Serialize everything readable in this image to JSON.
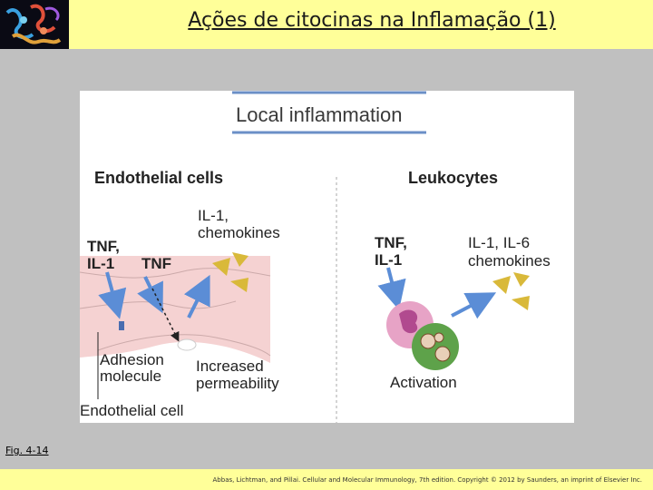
{
  "header": {
    "title": "Ações de citocinas na Inflamação (1)"
  },
  "figure": {
    "banner": "Local  inflammation",
    "left_heading": "Endothelial cells",
    "right_heading": "Leukocytes",
    "left": {
      "il1_chemokines_line1": "IL-1,",
      "il1_chemokines_line2": "chemokines",
      "tnf_il1_line1": "TNF,",
      "tnf_il1_line2": "IL-1",
      "tnf": "TNF",
      "adhesion_line1": "Adhesion",
      "adhesion_line2": "molecule",
      "increased_line1": "Increased",
      "increased_line2": "permeability",
      "endothelial_cell": "Endothelial cell"
    },
    "right": {
      "tnf_il1_line1": "TNF,",
      "tnf_il1_line2": "IL-1",
      "il_line1": "IL-1, IL-6",
      "il_line2": "chemokines",
      "activation": "Activation"
    }
  },
  "fig_label": "Fig. 4-14",
  "footer": {
    "citation": "Abbas, Lichtman, and Pillai. Cellular and Molecular Immunology, 7th edition. Copyright © 2012 by Saunders, an imprint of Elsevier Inc."
  },
  "colors": {
    "header_bg": "#ffff99",
    "slide_bg": "#c0c0c0",
    "banner_line": "#6b8fc7",
    "arrow_blue": "#5b8dd6",
    "cytokine_yellow": "#d9b93a",
    "endothelium_pink": "#f5d2d2"
  }
}
